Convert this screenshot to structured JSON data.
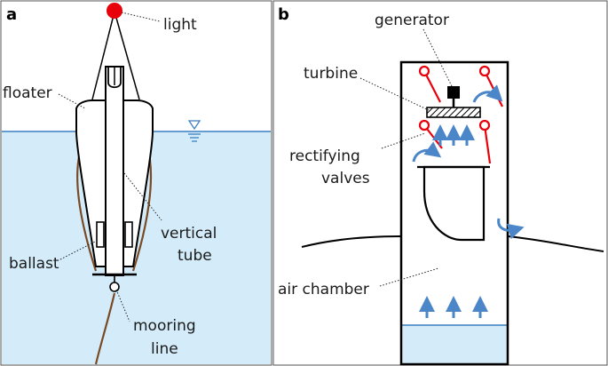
{
  "panels": {
    "a": {
      "letter": "a",
      "labels": {
        "light": "light",
        "floater": "floater",
        "vertical_1": "vertical",
        "vertical_2": "tube",
        "ballast": "ballast",
        "mooring_1": "mooring",
        "mooring_2": "line"
      }
    },
    "b": {
      "letter": "b",
      "labels": {
        "generator": "generator",
        "turbine": "turbine",
        "rectifying_1": "rectifying",
        "rectifying_2": "valves",
        "air_chamber": "air chamber"
      }
    }
  },
  "colors": {
    "water": "#d4ecfa",
    "water_line": "#3a7fc0",
    "light": "#e8000b",
    "mooring": "#7a4a25",
    "valve": "#e8000b",
    "arrow": "#4a86c8",
    "outline": "#000000"
  }
}
